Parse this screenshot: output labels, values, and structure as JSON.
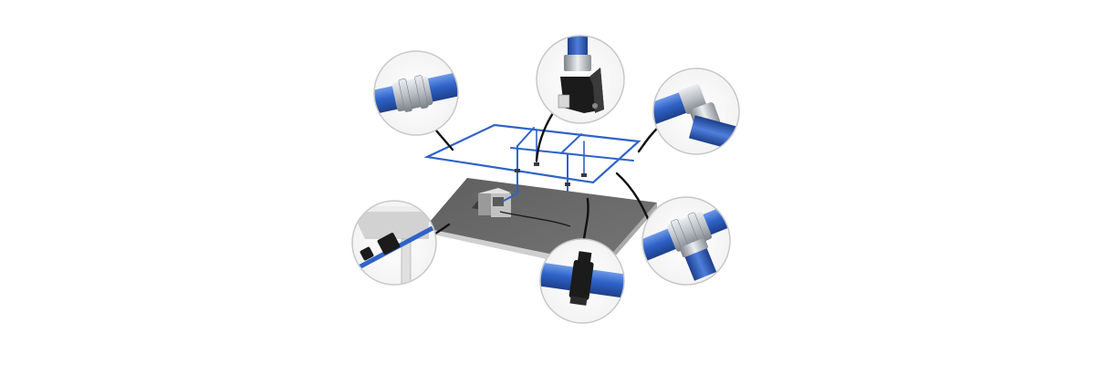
{
  "diagram": {
    "colors": {
      "background": "#ffffff",
      "pipe_blue": "#2f63c8",
      "pipe_blue_dark": "#1d3f8a",
      "pipe_blue_light": "#6f9ae8",
      "metal": "#b9bec4",
      "metal_dark": "#7c8288",
      "metal_light": "#eceff2",
      "floor_top": "#6b6b6b",
      "floor_edge": "#c9c9c9",
      "bracket_black": "#1b1b1b",
      "callout_line": "#111111",
      "circle_border": "#c8c8c8"
    },
    "callouts": [
      {
        "id": "straight-connector",
        "icon": "pipe-straight-connector-detail"
      },
      {
        "id": "wall-bracket",
        "icon": "pipe-wall-bracket-detail"
      },
      {
        "id": "elbow",
        "icon": "pipe-elbow-detail"
      },
      {
        "id": "tee-connector",
        "icon": "pipe-tee-connector-detail"
      },
      {
        "id": "pipe-clip",
        "icon": "pipe-clip-detail"
      },
      {
        "id": "drop-leg-bracket",
        "icon": "pipe-drop-leg-detail"
      }
    ]
  }
}
